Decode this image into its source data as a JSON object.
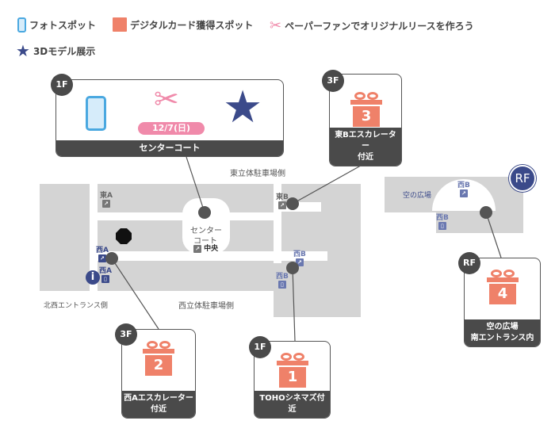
{
  "legend": {
    "photo": "フォトスポット",
    "card": "デジタルカード獲得スポット",
    "paper": "ペーパーファンでオリジナルリースを作ろう",
    "model": "3Dモデル展示"
  },
  "colors": {
    "gift": "#ef8169",
    "scissors": "#f08aaa",
    "star": "#3b4a8a",
    "phone": "#4aa8e0",
    "dark": "#4a4a4a"
  },
  "map": {
    "east_parking": "東立体駐車場側",
    "west_parking": "西立体駐車場側",
    "nw_entrance": "北西エントランス側",
    "center_court": "センター",
    "center_court2": "コート",
    "central": "中央",
    "east_a": "東A",
    "east_b": "東B",
    "west_a": "西A",
    "west_a2": "西A",
    "west_b": "西B",
    "west_b2": "西B",
    "info": "i",
    "sky_plaza": "空の広場",
    "rf_west_b": "西B",
    "rf_west_b2": "西B",
    "rf_badge": "RF"
  },
  "spots": {
    "center": {
      "floor": "1F",
      "date": "12/7(日)",
      "label": "センターコート"
    },
    "s3": {
      "floor": "3F",
      "num": "3",
      "label1": "東Bエスカレーター",
      "label2": "付近"
    },
    "s4": {
      "floor": "RF",
      "num": "4",
      "label1": "空の広場",
      "label2": "南エントランス内"
    },
    "s2": {
      "floor": "3F",
      "num": "2",
      "label1": "西Aエスカレーター",
      "label2": "付近"
    },
    "s1": {
      "floor": "1F",
      "num": "1",
      "label1": "TOHOシネマズ付近"
    }
  }
}
